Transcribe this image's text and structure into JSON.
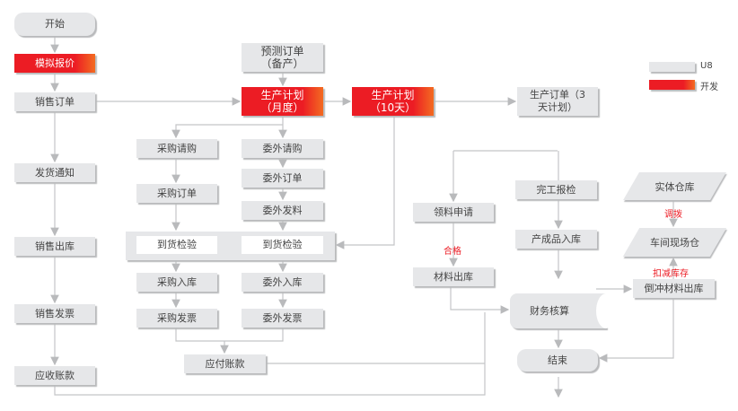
{
  "nodes": {
    "start": "开始",
    "quote": "模拟报价",
    "sales_order": "销售订单",
    "delivery_notice": "发货通知",
    "sales_out": "销售出库",
    "sales_invoice": "销售发票",
    "receivable": "应收账款",
    "forecast_order": "预测订单\n（备产）",
    "plan_month": "生产计划\n（月度）",
    "plan_10": "生产计划\n（10天）",
    "plan_3": "生产订单（3\n天计划）",
    "purchase_req": "采购请购",
    "purchase_order": "采购订单",
    "outsource_req": "委外请购",
    "outsource_order": "委外订单",
    "outsource_issue": "委外发料",
    "arrival_check_1": "到货检验",
    "arrival_check_2": "到货检验",
    "purchase_in": "采购入库",
    "outsource_in": "委外入库",
    "purchase_invoice": "采购发票",
    "outsource_invoice": "委外发票",
    "payable": "应付账款",
    "material_req": "领料申请",
    "material_out": "材料出库",
    "finish_check": "完工报检",
    "product_in": "产成品入库",
    "accounting": "财务核算",
    "end": "结束",
    "warehouse": "实体仓库",
    "workshop": "车间现场仓",
    "backflush": "倒冲材料出库"
  },
  "labels": {
    "qualified": "合格",
    "transfer": "调拨",
    "deduct": "扣减库存"
  },
  "legend": {
    "u8": "U8",
    "dev": "开发"
  },
  "colors": {
    "accent": "#ec1c24",
    "box": "#e6e7e9",
    "line": "#b9babc"
  }
}
